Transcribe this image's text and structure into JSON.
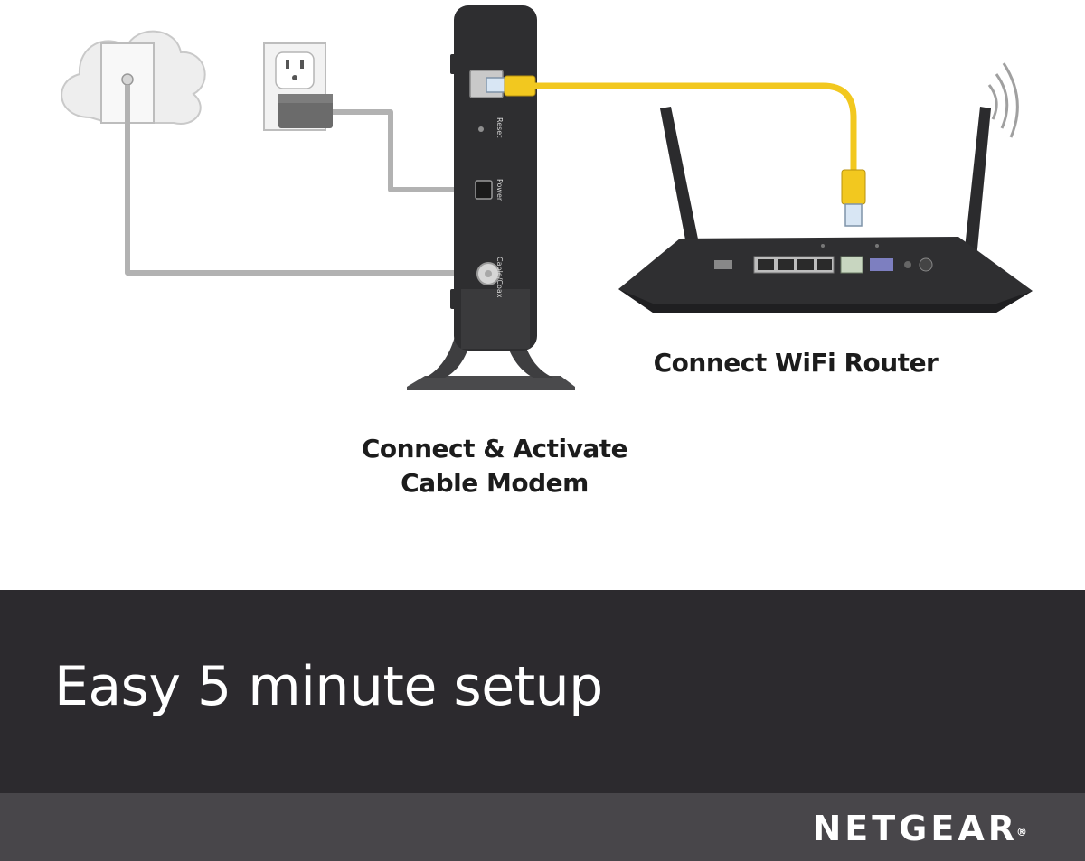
{
  "captions": {
    "router": "Connect WiFi Router",
    "modem_line1": "Connect & Activate",
    "modem_line2": "Cable Modem"
  },
  "modem_labels": {
    "reset": "Reset",
    "power": "Power",
    "cable": "Cable/Coax"
  },
  "banner": {
    "headline": "Easy 5 minute setup",
    "brand": "NETGEAR",
    "registered": "®"
  },
  "colors": {
    "ethernet_cable": "#f2c81f",
    "dark_band": "#2c2a2e",
    "brand_band": "#48464a",
    "device_body": "#2e2e30"
  }
}
